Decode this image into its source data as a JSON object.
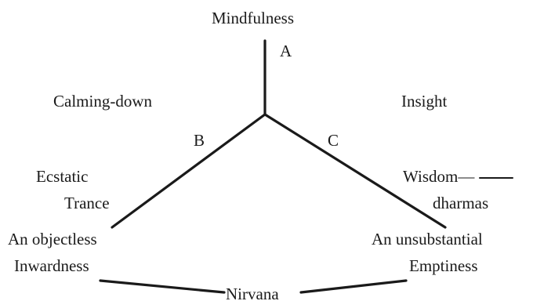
{
  "diagram": {
    "top": "Mindfulness",
    "branch_a": "A",
    "branch_b": "B",
    "branch_c": "C",
    "left_region": "Calming-down",
    "right_region": "Insight",
    "left_mid_line1": "Ecstatic",
    "left_mid_line2": "Trance",
    "right_mid_line1": "Wisdom—",
    "right_mid_line2": "dharmas",
    "left_end_line1": "An objectless",
    "left_end_line2": "Inwardness",
    "right_end_line1": "An unsubstantial",
    "right_end_line2": "Emptiness",
    "bottom": "Nirvana"
  }
}
